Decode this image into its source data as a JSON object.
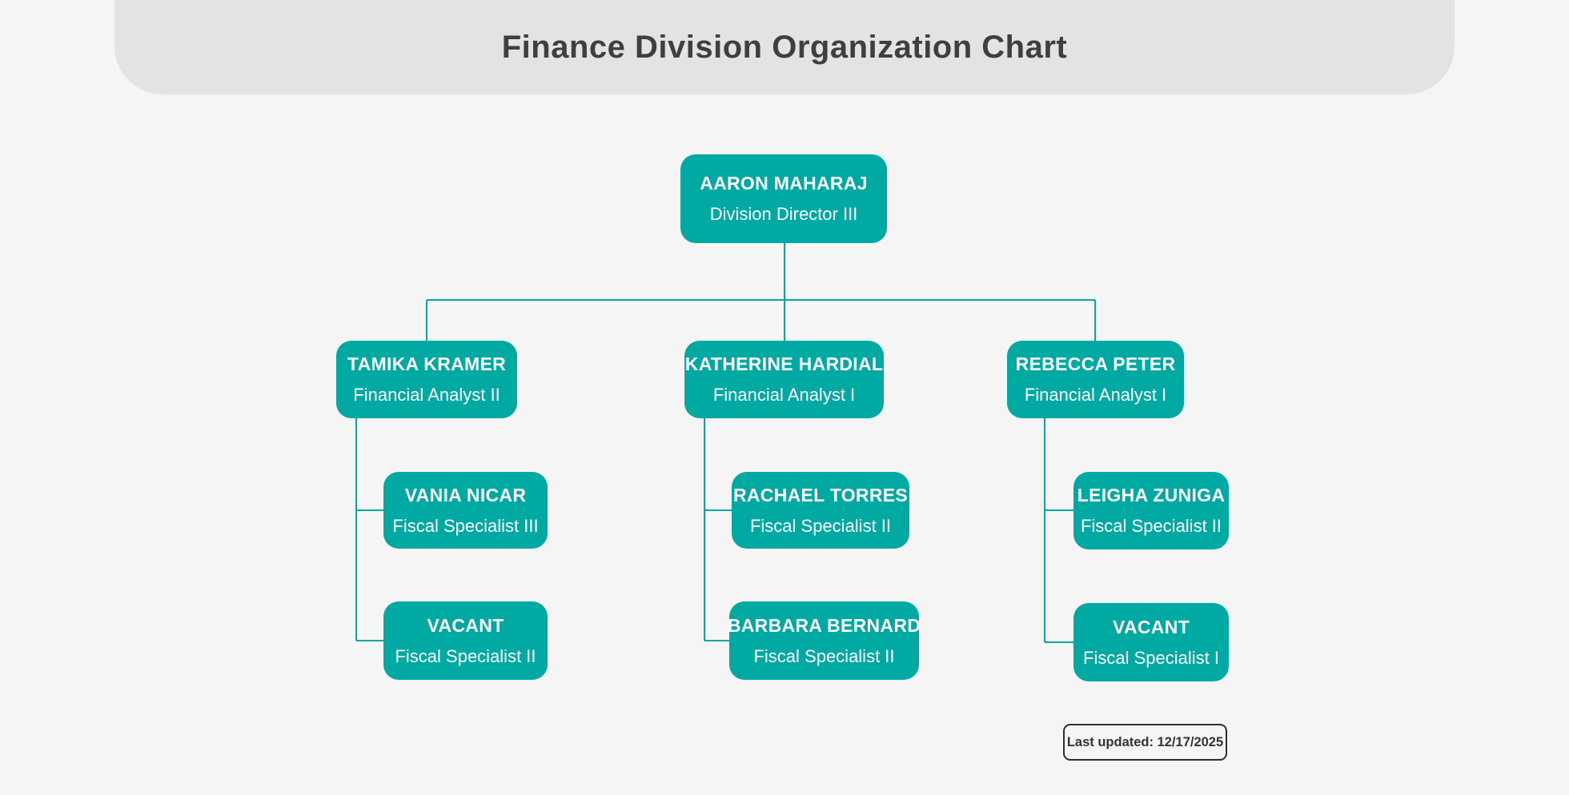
{
  "colors": {
    "page_bg": "#F5F5F6",
    "banner_bg": "#E3E3E3",
    "title_color": "#3F3F3F",
    "node_bg": "#00A9A2",
    "node_text": "#FCFEFE",
    "line_color": "#00A9A2",
    "updated_border": "#2E2E2E",
    "updated_text": "#333333"
  },
  "header": {
    "title": "Finance Division Organization Chart"
  },
  "org": {
    "root": {
      "name": "AARON MAHARAJ",
      "title": "Division Director III"
    },
    "managers": [
      {
        "name": "TAMIKA KRAMER",
        "title": "Financial Analyst II",
        "reports": [
          {
            "name": "VANIA NICAR",
            "title": "Fiscal Specialist III"
          },
          {
            "name": "VACANT",
            "title": "Fiscal Specialist II"
          }
        ]
      },
      {
        "name": "KATHERINE HARDIAL",
        "title": "Financial Analyst I",
        "reports": [
          {
            "name": "RACHAEL TORRES",
            "title": "Fiscal Specialist II"
          },
          {
            "name": "BARBARA BERNARD",
            "title": "Fiscal Specialist II"
          }
        ]
      },
      {
        "name": "REBECCA PETER",
        "title": "Financial Analyst I",
        "reports": [
          {
            "name": "LEIGHA ZUNIGA",
            "title": "Fiscal Specialist II"
          },
          {
            "name": "VACANT",
            "title": "Fiscal Specialist I"
          }
        ]
      }
    ]
  },
  "footer": {
    "last_updated": "Last updated: 12/17/2025"
  }
}
